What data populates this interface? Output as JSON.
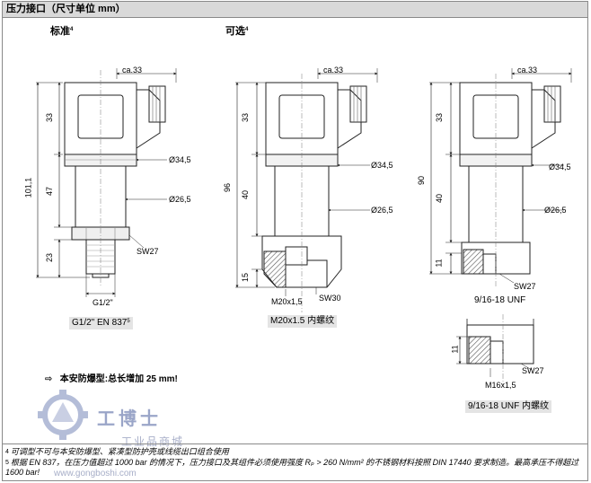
{
  "header": {
    "title": "压力接口（尺寸单位 mm）"
  },
  "sections": {
    "standard": {
      "title": "标准",
      "sup": "4"
    },
    "optional": {
      "title": "可选",
      "sup": "4"
    }
  },
  "drawings": {
    "d1": {
      "caption": "G1/2\" EN 837",
      "caption_sup": "5",
      "dims": {
        "top": "ca.33",
        "d1": "Ø34,5",
        "d2": "Ø26,5",
        "sw": "SW27",
        "thread": "G1/2\"",
        "v33": "33",
        "v47": "47",
        "v23": "23",
        "total": "101,1"
      }
    },
    "d2": {
      "caption": "M20x1.5 内螺纹",
      "dims": {
        "top": "ca.33",
        "d1": "Ø34,5",
        "d2": "Ø26,5",
        "thread": "M20x1,5",
        "sw": "SW30",
        "v33": "33",
        "v40": "40",
        "v15": "15",
        "total": "96"
      }
    },
    "d3": {
      "caption": "9/16-18 UNF",
      "dims": {
        "top": "ca.33",
        "d1": "Ø34,5",
        "d2": "Ø26,5",
        "sw": "SW27",
        "v33": "33",
        "v40": "40",
        "v11": "11",
        "total": "90"
      }
    },
    "d4": {
      "caption": "9/16-18 UNF 内螺纹",
      "dims": {
        "v11": "11",
        "sw": "SW27",
        "thread": "M16x1,5"
      }
    }
  },
  "ex_note": {
    "arrow": "⇨",
    "text": "本安防爆型:总长增加 25 mm!"
  },
  "footnotes": [
    {
      "num": "4",
      "text": "可调型不可与本安防爆型、紧凑型防护壳或线缆出口组合使用"
    },
    {
      "num": "5",
      "text": "根据 EN 837，在压力值超过 1000 bar 的情况下，压力接口及其组件必须使用强度 Rₚ > 260 N/mm² 的不锈钢材料按照 DIN 17440 要求制造。最高承压不得超过 1600 bar!"
    }
  ],
  "watermark": {
    "name": "工博士",
    "sub": "工业品商城",
    "url": "www.gongboshi.com"
  },
  "colors": {
    "header_bg": "#d9d9d9",
    "caption_bg": "#e4e4e4",
    "line": "#222222",
    "hatch": "#555555"
  }
}
